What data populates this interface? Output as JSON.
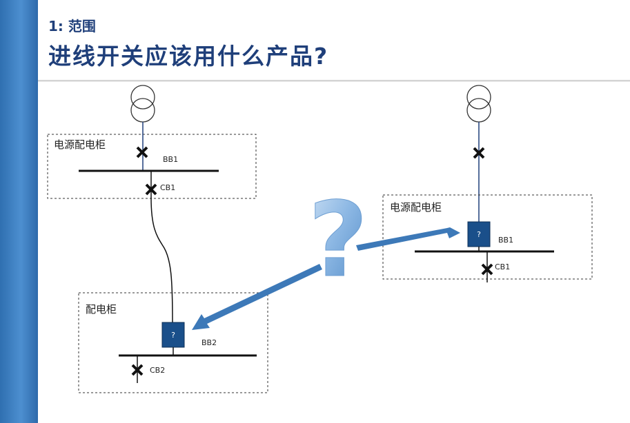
{
  "header": {
    "subtitle": "1: 范围",
    "title": "进线开关应该用什么产品?"
  },
  "left_upper_panel": {
    "label": "电源配电柜",
    "busbar": "BB1",
    "breaker": "CB1"
  },
  "left_lower_panel": {
    "label": "配电柜",
    "busbar": "BB2",
    "breaker": "CB2",
    "unknown_device": "?"
  },
  "right_panel": {
    "label": "电源配电柜",
    "busbar": "BB1",
    "breaker": "CB1",
    "unknown_device": "?"
  },
  "big_question_mark": "?",
  "icons": [
    "transformer-icon",
    "breaker-x-icon",
    "arrow-icon"
  ],
  "colors": {
    "accent": "#1f3f7a",
    "side_bar": "#3b7cc0",
    "device": "#1a4f8a",
    "arrow": "#3d79b8"
  }
}
